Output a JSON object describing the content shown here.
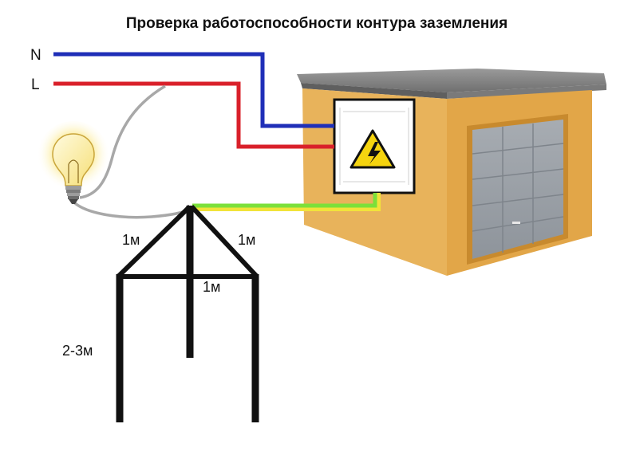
{
  "title": "Проверка работоспособности контура заземления",
  "wires": {
    "neutral_label": "N",
    "line_label": "L",
    "neutral_color": "#1f2fb8",
    "line_color": "#d9202a",
    "ground_color": "#7be03a",
    "lamp_wire_color": "#a8a8a8"
  },
  "dimensions": {
    "left_edge": "1м",
    "right_edge": "1м",
    "base_edge": "1м",
    "electrode_depth": "2-3м"
  },
  "colors": {
    "garage_wall": "#e9b657",
    "garage_side": "#d79e3e",
    "garage_roof": "#8b8b8b",
    "door": "#9aa0a6",
    "panel_bg": "#ffffff",
    "warning_bg": "#f5d40f",
    "electrode": "#111111"
  },
  "icons": {
    "lamp": "light-bulb-icon",
    "warning": "high-voltage-warning-icon"
  }
}
